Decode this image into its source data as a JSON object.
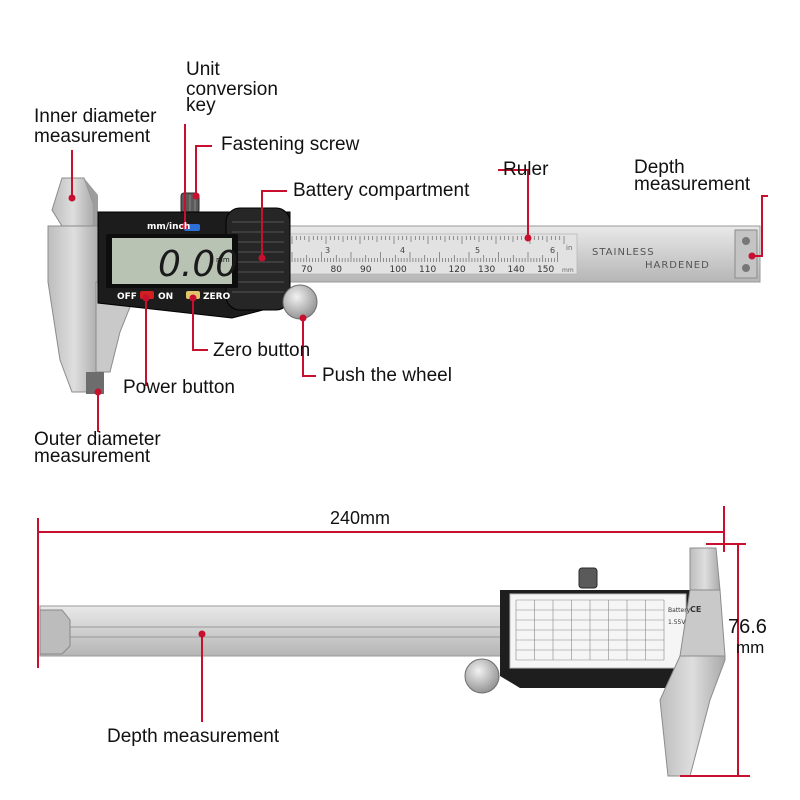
{
  "top_labels": {
    "unit_conversion": [
      "Unit",
      "conversion",
      "key"
    ],
    "inner_diameter": [
      "Inner diameter",
      "measurement"
    ],
    "fastening_screw": "Fastening screw",
    "battery": "Battery compartment",
    "ruler": "Ruler",
    "depth_top": [
      "Depth",
      "measurement"
    ],
    "zero_button": "Zero button",
    "power_button": "Power button",
    "push_wheel": "Push the wheel",
    "outer_diameter": [
      "Outer diameter",
      "measurement"
    ]
  },
  "display": {
    "reading": "0.00",
    "unit": "mm",
    "mode_label": "mm/inch",
    "off": "OFF",
    "on": "ON",
    "zero": "ZERO"
  },
  "scale": {
    "mm_ticks": [
      "70",
      "80",
      "90",
      "100",
      "110",
      "120",
      "130",
      "140",
      "150"
    ],
    "inch_ticks": [
      "3",
      "4",
      "5",
      "6"
    ],
    "inch_unit": "in",
    "mm_unit": "mm",
    "marking_1": "STAINLESS",
    "marking_2": "HARDENED"
  },
  "bottom": {
    "length": "240mm",
    "height_value": "76.6",
    "height_unit": "mm",
    "depth_label": "Depth measurement",
    "sticker_head": "Battery",
    "sticker_volt": "1.55V",
    "sticker_ce": "CE"
  },
  "colors": {
    "leader": "#c8102e",
    "steel": "#d4d4d4",
    "body": "#1c1c1c",
    "lcd": "#b9c3b4"
  }
}
